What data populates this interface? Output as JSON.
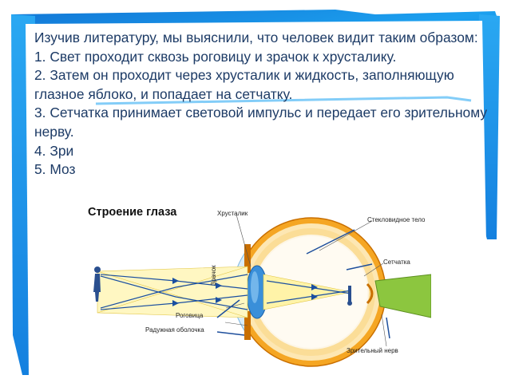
{
  "text": {
    "intro": "Изучив литературу, мы выяснили, что человек видит таким образом:",
    "steps": [
      "1. Свет проходит сквозь роговицу и зрачок к хрусталику.",
      "2. Затем он проходит через хрусталик и жидкость, заполняющую глазное яблоко, и попадает на сетчатку.",
      "3. Сетчатка принимает световой импульс и передает его зрительному нерву.",
      "4. Зри",
      "5. Моз"
    ]
  },
  "diagram": {
    "title": "Строение глаза",
    "labels": {
      "lens": "Хрусталик",
      "vitreous": "Стекловидное тело",
      "retina": "Сетчатка",
      "pupil": "Зрачок",
      "cornea": "Роговица",
      "iris": "Радужная оболочка",
      "optic_nerve": "Зрительный нерв"
    }
  },
  "colors": {
    "accent_blue": "#1e8fe0",
    "text": "#1d3b66",
    "sclera_orange": "#f5a623",
    "optic_nerve_green": "#8cc63f"
  }
}
